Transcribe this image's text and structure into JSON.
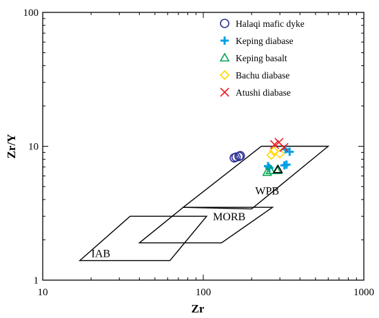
{
  "chart_data": {
    "type": "scatter",
    "xscale": "log",
    "yscale": "log",
    "xlim": [
      10,
      1000
    ],
    "ylim": [
      1,
      100
    ],
    "xlabel": "Zr",
    "ylabel": "Zr/Y",
    "x_ticks": [
      10,
      100,
      1000
    ],
    "x_tick_labels": [
      "10",
      "100",
      "1000"
    ],
    "y_ticks": [
      1,
      10,
      100
    ],
    "y_tick_labels": [
      "1",
      "10",
      "100"
    ],
    "legend_position": "top-right",
    "fields": [
      {
        "name": "WPB",
        "label_at": [
          250,
          4.7
        ],
        "polygon": [
          [
            75,
            3.5
          ],
          [
            230,
            10.0
          ],
          [
            600,
            10.0
          ],
          [
            200,
            3.4
          ]
        ]
      },
      {
        "name": "MORB",
        "label_at": [
          145,
          3.0
        ],
        "polygon": [
          [
            40,
            1.9
          ],
          [
            75,
            3.5
          ],
          [
            270,
            3.5
          ],
          [
            130,
            1.9
          ]
        ]
      },
      {
        "name": "IAB",
        "label_at": [
          23,
          1.6
        ],
        "polygon": [
          [
            17,
            1.4
          ],
          [
            35,
            3.0
          ],
          [
            105,
            3.0
          ],
          [
            62,
            1.4
          ]
        ]
      }
    ],
    "series": [
      {
        "name": "Halaqi mafic dyke",
        "marker": "circle",
        "color": "#2e3192",
        "points": [
          [
            156,
            8.2
          ],
          [
            160,
            8.3
          ],
          [
            167,
            8.4
          ],
          [
            170,
            8.5
          ]
        ]
      },
      {
        "name": "Keping diabase",
        "marker": "plus",
        "color": "#00a0e9",
        "points": [
          [
            253,
            7.1
          ],
          [
            258,
            6.9
          ],
          [
            320,
            7.2
          ],
          [
            330,
            7.3
          ],
          [
            345,
            9.1
          ],
          [
            325,
            9.5
          ]
        ]
      },
      {
        "name": "Keping basalt",
        "marker": "triangle",
        "color": "#00a651",
        "points": [
          [
            250,
            6.4
          ],
          [
            262,
            6.6
          ],
          [
            288,
            6.6
          ]
        ]
      },
      {
        "name": "Bachu diabase",
        "marker": "diamond",
        "color": "#ffd700",
        "points": [
          [
            265,
            8.6
          ],
          [
            300,
            8.8
          ],
          [
            275,
            9.2
          ]
        ]
      },
      {
        "name": "Atushi diabase",
        "marker": "cross",
        "color": "#ed1c24",
        "points": [
          [
            278,
            10.3
          ],
          [
            296,
            10.7
          ],
          [
            318,
            9.8
          ]
        ]
      }
    ],
    "black_triangle_points": [
      [
        292,
        6.7
      ]
    ]
  }
}
